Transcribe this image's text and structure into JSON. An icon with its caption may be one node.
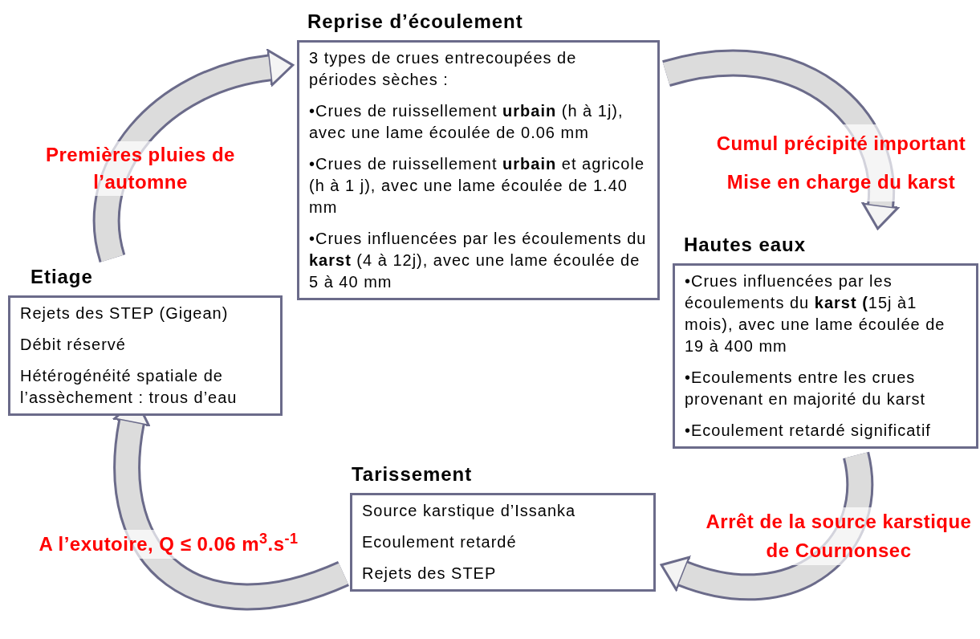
{
  "diagram": {
    "nodes": [
      {
        "text": [
          "Reprise d’écoulement",
          "3 types de crues entrecoupées de périodes sèches :",
          "•Crues de ruissellement **urbain** (h à 1j), avec une lame écoulée de 0.06 mm",
          "•Crues de ruissellement **urbain** et agricole (h à 1 j), avec une lame écoulée de 1.40 mm",
          "•Crues influencées par les écoulements du **karst** (4 à 12j), avec une lame écoulée de 5 à 40 mm"
        ]
      },
      {
        "text": [
          "Hautes eaux",
          "•Crues influencées par les écoulements du **karst (**15j à1 mois), avec une lame écoulée de 19 à 400 mm",
          "•Ecoulements entre les crues provenant en majorité du karst",
          "•Ecoulement retardé significatif"
        ]
      },
      {
        "text": [
          "Etiage",
          "Rejets des STEP (Gigean)",
          "Débit réservé",
          "Hétérogénéité spatiale de l’assèchement : trous d’eau"
        ]
      },
      {
        "text": [
          "Tarissement",
          "Source karstique d’Issanka",
          "Ecoulement retardé",
          "Rejets des STEP"
        ]
      }
    ],
    "edges": [
      {
        "from": 2,
        "to": 0,
        "arrow": "to",
        "label": "Premières pluies de l’automne"
      },
      {
        "from": 0,
        "to": 1,
        "arrow": "to",
        "label": "Cumul précipité important Mise en charge du karst"
      },
      {
        "from": 1,
        "to": 3,
        "arrow": "to",
        "label": "Arrêt de la source karstique de Cournonsec"
      },
      {
        "from": 3,
        "to": 2,
        "arrow": "to",
        "label": "A l’exutoire, Q ≤ 0.06 m$^{3}$.s$^{-1}$"
      }
    ]
  }
}
